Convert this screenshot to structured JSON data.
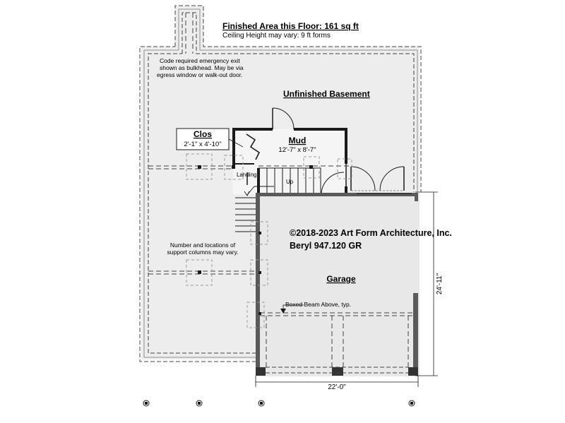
{
  "header": {
    "finished_area": "Finished Area this Floor: 161 sq ft",
    "ceiling_height": "Ceiling Height may vary: 9 ft forms"
  },
  "notes": {
    "egress_1": "Code required emergency exit",
    "egress_2": "shown as bulkhead. May be via",
    "egress_3": "egress window or walk-out door.",
    "columns_1": "Number and locations of",
    "columns_2": "support columns may vary.",
    "beam": "Boxed Beam Above, typ."
  },
  "rooms": {
    "unfinished": "Unfinished Basement",
    "closet_name": "Clos",
    "closet_dims": "2'-1\" x 4'-10\"",
    "mud_name": "Mud",
    "mud_dims": "12'-7\" x 8'-7\"",
    "landing": "Landing",
    "up": "Up",
    "garage": "Garage"
  },
  "copyright": {
    "line1": "©2018-2023 Art Form Architecture, Inc.",
    "line2": "Beryl 947.120 GR"
  },
  "dimensions": {
    "garage_depth": "24'-11\"",
    "garage_width": "22'-0\""
  },
  "colors": {
    "floor_fill": "#ededed",
    "wall": "#1a1a1a",
    "garage_wall": "#555555",
    "dashed": "#444444",
    "column_outline": "#9a9a9a"
  }
}
